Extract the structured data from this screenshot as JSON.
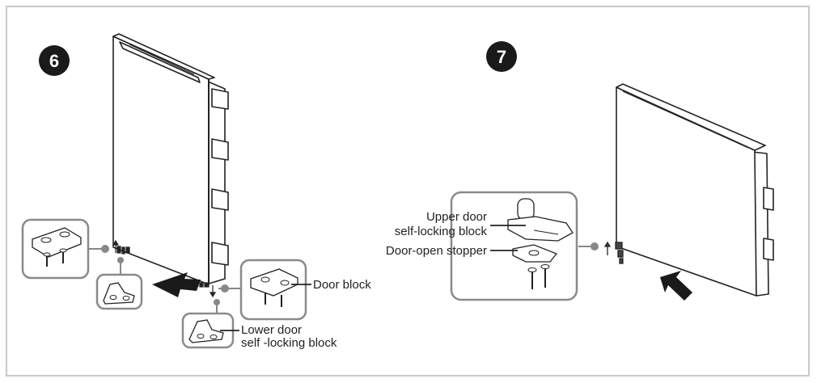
{
  "steps": [
    {
      "number": "6"
    },
    {
      "number": "7"
    }
  ],
  "labels": {
    "door_block": "Door block",
    "lower_block_line1": "Lower door",
    "lower_block_line2": "self -locking block",
    "upper_block_line1": "Upper door",
    "upper_block_line2": "self-locking block",
    "door_open_stopper": "Door-open stopper"
  },
  "colors": {
    "frame": "#c9c9c9",
    "callout_border": "#8a8a8a",
    "line": "#222222",
    "step_badge": "#1a1a1a"
  }
}
